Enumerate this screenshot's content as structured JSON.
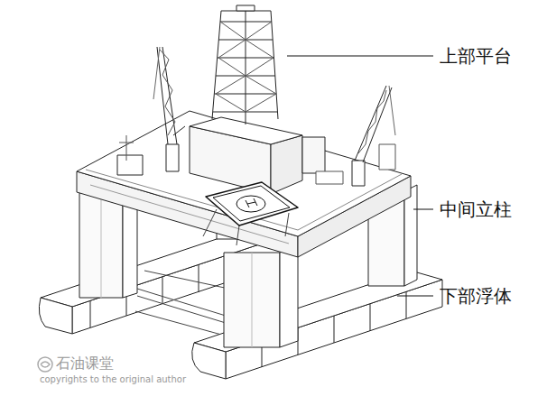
{
  "diagram": {
    "labels": [
      "上部平台",
      "中间立柱",
      "下部浮体",
      "石油课堂",
      "copyrights to the original author"
    ]
  }
}
